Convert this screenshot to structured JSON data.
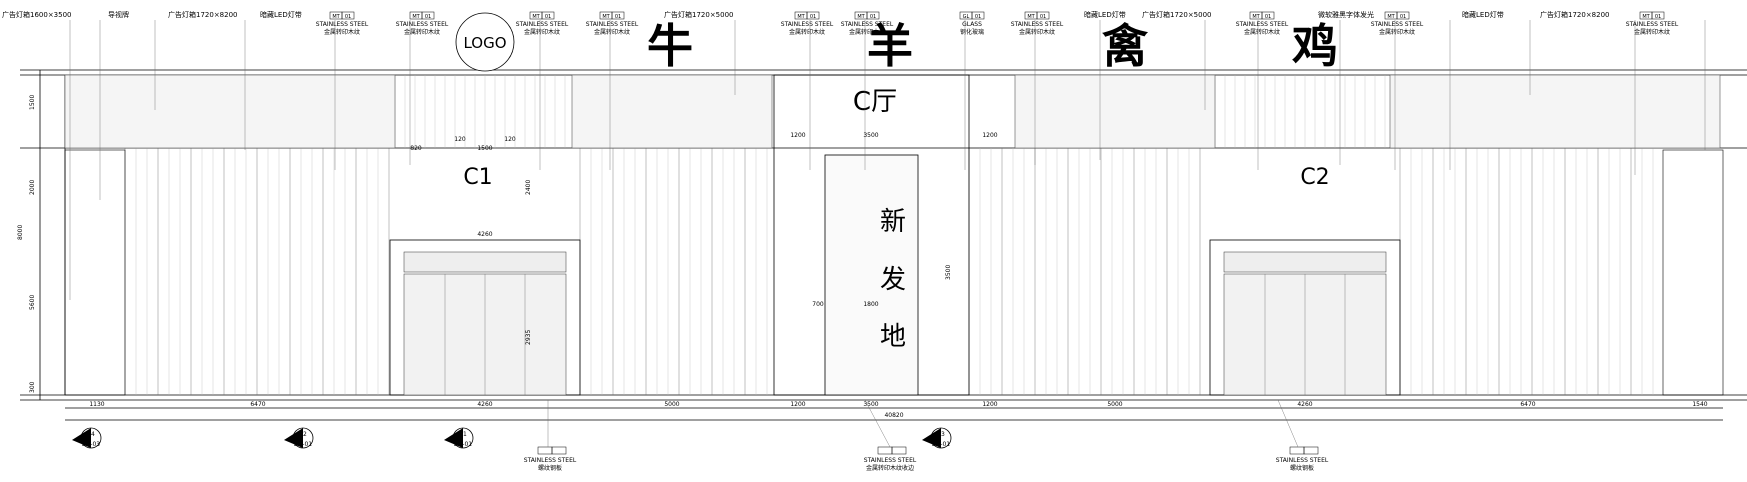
{
  "callouts_top": [
    "广告灯箱1600×3500",
    "导视牌",
    "广告灯箱1720×8200",
    "暗藏LED灯带",
    "广告灯箱1720×5000",
    "暗藏LED灯带",
    "广告灯箱1720×5000",
    "微软雅黑字体发光",
    "暗藏LED灯带",
    "广告灯箱1720×8200"
  ],
  "material_tag": {
    "code_a": "MT",
    "code_b": "01",
    "glass_code": "GL",
    "line1": "STAINLESS STEEL",
    "line2": "金属转印木纹",
    "glass_line1": "GLASS",
    "glass_line2": "钢化玻璃"
  },
  "signage": {
    "logo": "LOGO",
    "char1": "牛",
    "char2": "羊",
    "char3": "禽",
    "char4": "鸡",
    "hall": "C厅",
    "v1": "新",
    "v2": "发",
    "v3": "地",
    "door1": "C1",
    "door2": "C2"
  },
  "dims_bottom": [
    "1130",
    "6470",
    "4260",
    "5000",
    "1200",
    "3500",
    "1200",
    "5000",
    "4260",
    "6470",
    "1540"
  ],
  "total_dim": "40820",
  "section_marks": [
    {
      "num": "04",
      "sheet": "DS-03"
    },
    {
      "num": "02",
      "sheet": "DS-01"
    },
    {
      "num": "01",
      "sheet": "DS-01"
    },
    {
      "num": "03",
      "sheet": "DS-01"
    }
  ],
  "bottom_notes": [
    {
      "line1": "STAINLESS STEEL",
      "line2": "螺纹钢板"
    },
    {
      "line1": "STAINLESS STEEL",
      "line2": "金属转印木纹收边"
    },
    {
      "line1": "STAINLESS STEEL",
      "line2": "螺纹钢板"
    }
  ],
  "side_dims": [
    "1500",
    "2000",
    "8000",
    "5600",
    "300"
  ],
  "inner_dims": [
    "1200",
    "3500",
    "1200",
    "820",
    "120",
    "1500",
    "120",
    "4260",
    "2400",
    "2935",
    "3500",
    "1800",
    "700"
  ]
}
